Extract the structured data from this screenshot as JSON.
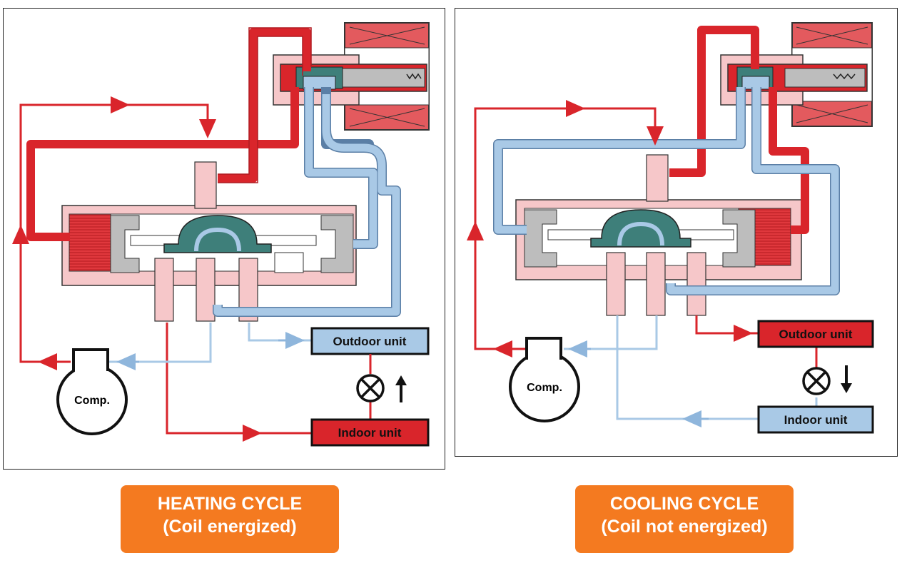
{
  "colors": {
    "hot": "#d9252b",
    "hot_light": "#f2a5a8",
    "cold": "#a9c9e6",
    "cold_edge": "#5b7fa6",
    "body": "#f6c7c9",
    "slider": "#3e7f7a",
    "grey": "#bdbdbd",
    "caption_bg": "#f47a20"
  },
  "heating": {
    "outdoor_unit": "Outdoor unit",
    "indoor_unit": "Indoor unit",
    "compressor": "Comp.",
    "caption_line1": "HEATING CYCLE",
    "caption_line2": "(Coil energized)",
    "flow_arrow": "up"
  },
  "cooling": {
    "outdoor_unit": "Outdoor unit",
    "indoor_unit": "Indoor unit",
    "compressor": "Comp.",
    "caption_line1": "COOLING CYCLE",
    "caption_line2": "(Coil not energized)",
    "flow_arrow": "down"
  }
}
